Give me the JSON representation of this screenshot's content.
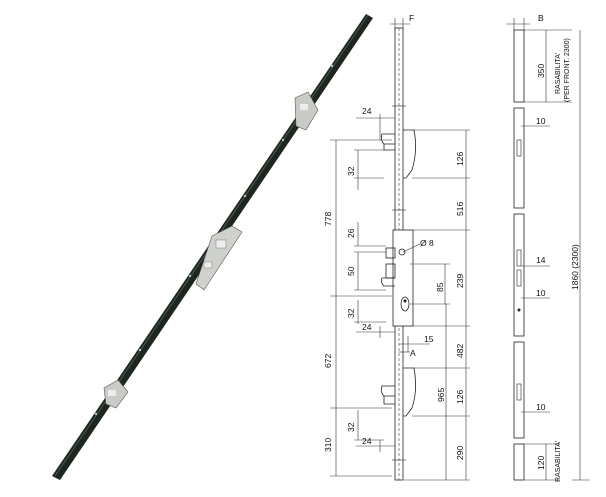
{
  "labels": {
    "F": "F",
    "B": "B",
    "d24a": "24",
    "d126a": "126",
    "d32a": "32",
    "d778": "778",
    "d516": "516",
    "d26": "26",
    "dia8": "Ø 8",
    "d50": "50",
    "d85": "85",
    "d239": "239",
    "d32b": "32",
    "d24b": "24",
    "d15": "15",
    "A": "A",
    "d672": "672",
    "d482": "482",
    "d965": "965",
    "d126b": "126",
    "d310": "310",
    "d32c": "32",
    "d24c": "24",
    "d290": "290",
    "d350": "350",
    "ras1": "RASABILITA'",
    "ras2": "(PER FRONT. 2300)",
    "d10a": "10",
    "d14": "14",
    "d10b": "10",
    "d1860": "1860 (2300)",
    "d10c": "10",
    "d120": "120",
    "ras3": "RASABILITA'"
  },
  "colors": {
    "bar": "#1f2a22",
    "chrome": "#d6d9d3",
    "line": "#222222"
  }
}
